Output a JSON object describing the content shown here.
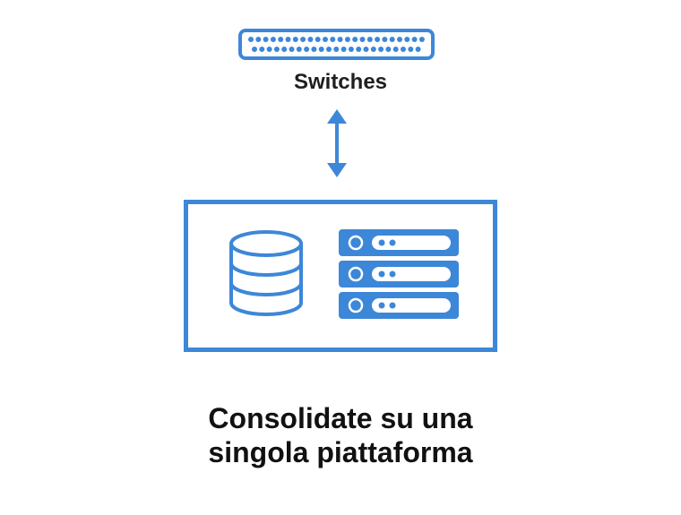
{
  "diagram": {
    "switch_label": "Switches",
    "caption_line1": "Consolidate su una",
    "caption_line2": "singola piattaforma",
    "icons": {
      "switch": "network-switch-icon",
      "arrow": "bidirectional-arrow-icon",
      "database": "database-icon",
      "server": "server-rack-icon"
    },
    "colors": {
      "accent": "#3d87d8",
      "text": "#1f1f1f"
    }
  }
}
